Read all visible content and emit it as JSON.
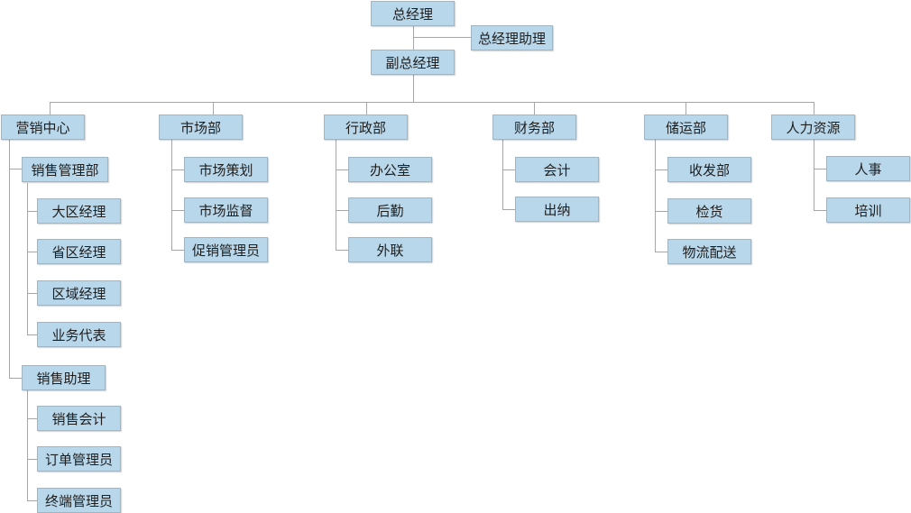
{
  "org": {
    "ceo": "总经理",
    "ceo_assistant": "总经理助理",
    "deputy": "副总经理",
    "marketing_center": {
      "label": "营销中心",
      "sales_management": {
        "label": "销售管理部",
        "children": [
          "大区经理",
          "省区经理",
          "区域经理",
          "业务代表"
        ]
      },
      "sales_assistant": {
        "label": "销售助理",
        "children": [
          "销售会计",
          "订单管理员",
          "终端管理员"
        ]
      }
    },
    "market_dept": {
      "label": "市场部",
      "children": [
        "市场策划",
        "市场监督",
        "促销管理员"
      ]
    },
    "admin_dept": {
      "label": "行政部",
      "children": [
        "办公室",
        "后勤",
        "外联"
      ]
    },
    "finance_dept": {
      "label": "财务部",
      "children": [
        "会计",
        "出纳"
      ]
    },
    "logistics_dept": {
      "label": "储运部",
      "children": [
        "收发部",
        "检货",
        "物流配送"
      ]
    },
    "hr_dept": {
      "label": "人力资源",
      "children": [
        "人事",
        "培训"
      ]
    }
  }
}
